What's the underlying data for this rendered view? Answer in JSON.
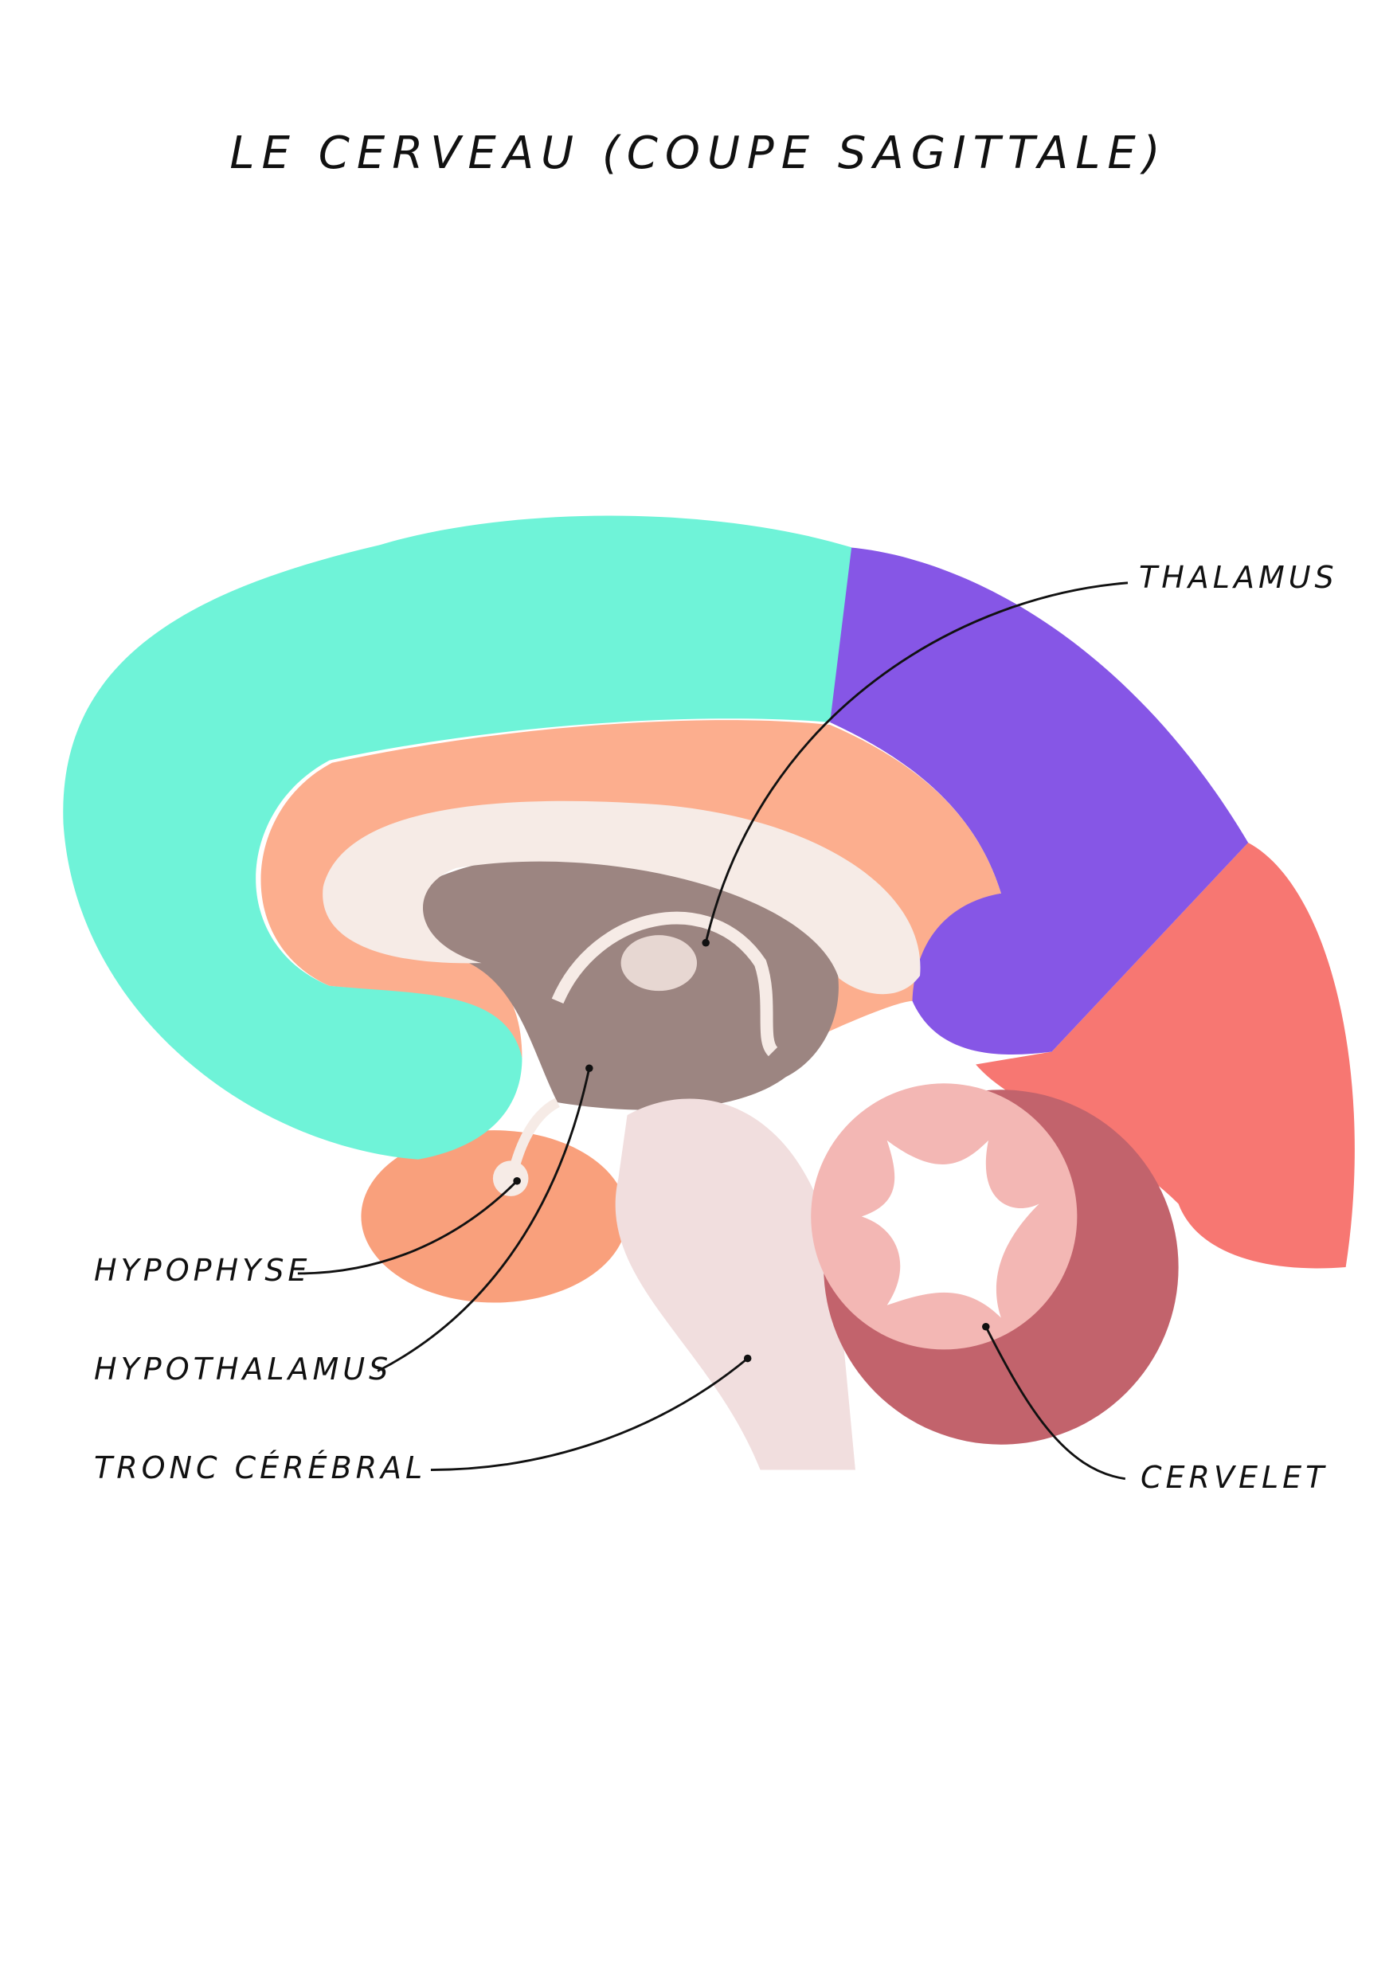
{
  "title": "LE CERVEAU (COUPE SAGITTALE)",
  "labels": {
    "thalamus": "THALAMUS",
    "hypophyse": "HYPOPHYSE",
    "hypothalamus": "HYPOTHALAMUS",
    "tronc_cerebral": "TRONC CÉRÉBRAL",
    "cervelet": "CERVELET"
  },
  "colors": {
    "frontal": "#6ff3d8",
    "parietal": "#8656e6",
    "occipital": "#f77772",
    "cingulate": "#fcae8e",
    "temporal": "#f9a07c",
    "callosum": "#f6ebe6",
    "diencephalon": "#9c8581",
    "brainstem": "#f1dede",
    "cerebellum": "#c2636c"
  }
}
